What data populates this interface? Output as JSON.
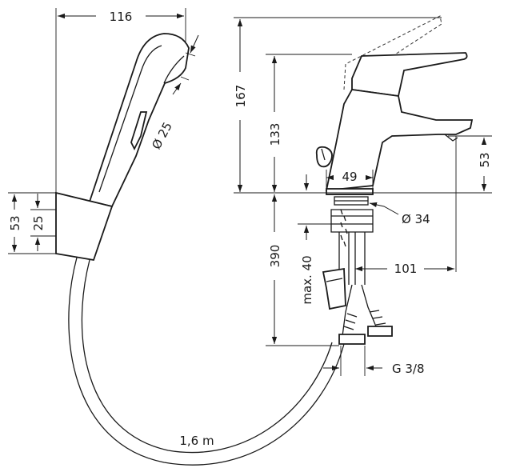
{
  "dimensions": {
    "hand_shower_width": "116",
    "hand_shower_diameter": "Ø 25",
    "holder_height": "53",
    "holder_inner": "25",
    "mixer_height_total": "167",
    "mixer_height_spout": "133",
    "spout_height": "53",
    "base_width": "49",
    "base_diameter": "Ø 34",
    "below_deck_length": "390",
    "max_thickness": "max. 40",
    "spout_reach": "101",
    "connection_thread": "G 3/8",
    "hose_length": "1,6 m"
  }
}
